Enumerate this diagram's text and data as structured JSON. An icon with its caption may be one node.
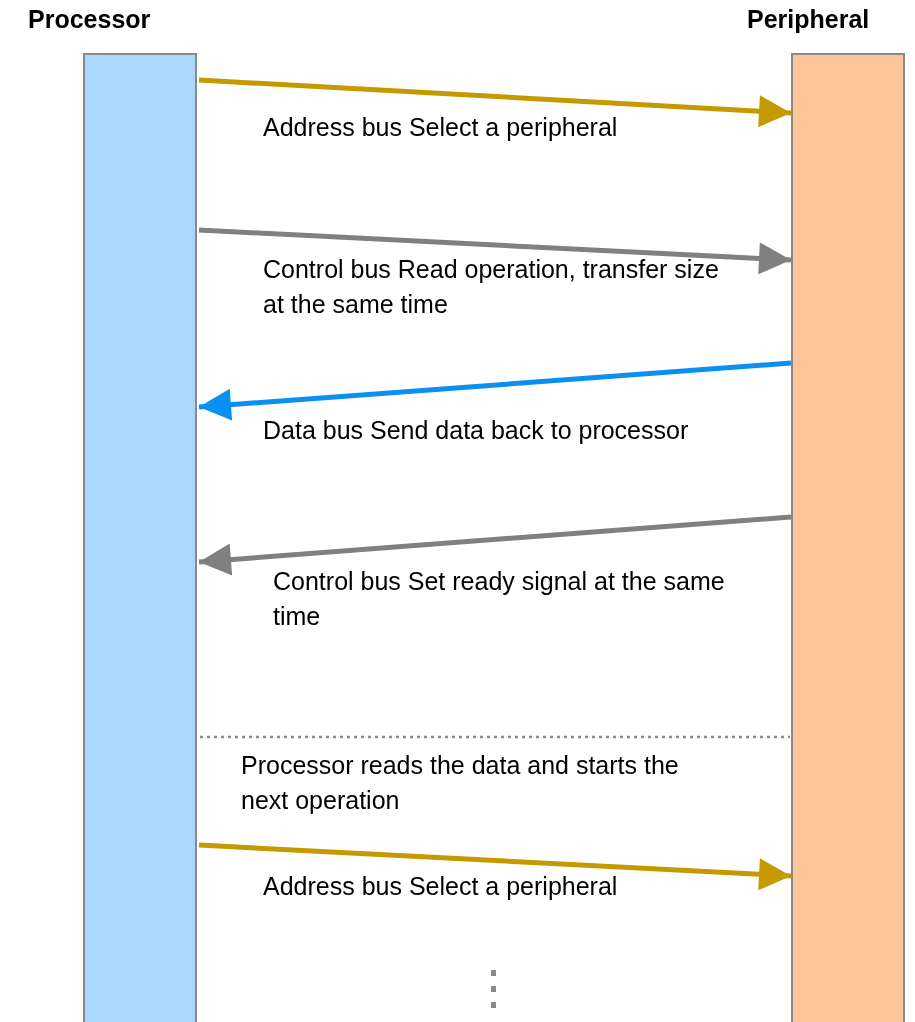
{
  "diagram": {
    "nodes": [
      {
        "text": [
          "Processor"
        ]
      },
      {
        "text": [
          "Peripheral"
        ]
      }
    ],
    "edges": [
      {
        "from": 0,
        "to": 1,
        "arrow": "to",
        "label": "Address bus Select a peripheral",
        "color": "#c49a00"
      },
      {
        "from": 0,
        "to": 1,
        "arrow": "to",
        "label": "Control bus Read operation, transfer size at the same time",
        "color": "#808080"
      },
      {
        "from": 1,
        "to": 0,
        "arrow": "to",
        "label": "Data bus Send data back to processor",
        "color": "#0a90f0"
      },
      {
        "from": 1,
        "to": 0,
        "arrow": "to",
        "label": "Control bus Set ready signal at the same time",
        "color": "#808080"
      },
      {
        "from": 0,
        "to": 1,
        "arrow": "to",
        "label": "Address bus Select a peripheral",
        "color": "#c49a00"
      }
    ],
    "labels": [
      "Processor reads the data and starts the next operation"
    ]
  }
}
